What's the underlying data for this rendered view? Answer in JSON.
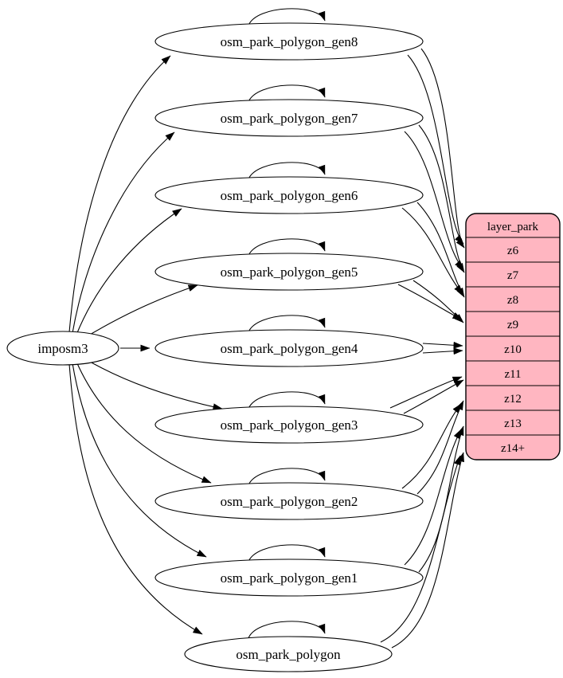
{
  "diagram": {
    "type": "etl-graph",
    "background": "#ffffff",
    "stroke_color": "#000000",
    "node_fill": "#ffffff",
    "source": {
      "label": "imposm3"
    },
    "tables": [
      {
        "label": "osm_park_polygon_gen8",
        "maps_to": "z6"
      },
      {
        "label": "osm_park_polygon_gen7",
        "maps_to": "z7"
      },
      {
        "label": "osm_park_polygon_gen6",
        "maps_to": "z8"
      },
      {
        "label": "osm_park_polygon_gen5",
        "maps_to": "z9"
      },
      {
        "label": "osm_park_polygon_gen4",
        "maps_to": "z10"
      },
      {
        "label": "osm_park_polygon_gen3",
        "maps_to": "z11"
      },
      {
        "label": "osm_park_polygon_gen2",
        "maps_to": "z12"
      },
      {
        "label": "osm_park_polygon_gen1",
        "maps_to": "z13"
      },
      {
        "label": "osm_park_polygon",
        "maps_to": "z14+"
      }
    ],
    "layer": {
      "title": "layer_park",
      "fill": "#ffb6c1",
      "rows": [
        "z6",
        "z7",
        "z8",
        "z9",
        "z10",
        "z11",
        "z12",
        "z13",
        "z14+"
      ]
    },
    "edges": {
      "from_source": [
        {
          "from": "imposm3",
          "to": "osm_park_polygon_gen8"
        },
        {
          "from": "imposm3",
          "to": "osm_park_polygon_gen7"
        },
        {
          "from": "imposm3",
          "to": "osm_park_polygon_gen6"
        },
        {
          "from": "imposm3",
          "to": "osm_park_polygon_gen5"
        },
        {
          "from": "imposm3",
          "to": "osm_park_polygon_gen4"
        },
        {
          "from": "imposm3",
          "to": "osm_park_polygon_gen3"
        },
        {
          "from": "imposm3",
          "to": "osm_park_polygon_gen2"
        },
        {
          "from": "imposm3",
          "to": "osm_park_polygon_gen1"
        },
        {
          "from": "imposm3",
          "to": "osm_park_polygon"
        }
      ],
      "self_loops": [
        "osm_park_polygon_gen8",
        "osm_park_polygon_gen7",
        "osm_park_polygon_gen6",
        "osm_park_polygon_gen5",
        "osm_park_polygon_gen4",
        "osm_park_polygon_gen3",
        "osm_park_polygon_gen2",
        "osm_park_polygon_gen1",
        "osm_park_polygon"
      ],
      "to_layer": [
        {
          "from": "osm_park_polygon_gen8",
          "to": "z6",
          "count": 2
        },
        {
          "from": "osm_park_polygon_gen7",
          "to": "z7",
          "count": 2
        },
        {
          "from": "osm_park_polygon_gen6",
          "to": "z8",
          "count": 2
        },
        {
          "from": "osm_park_polygon_gen5",
          "to": "z9",
          "count": 2
        },
        {
          "from": "osm_park_polygon_gen4",
          "to": "z10",
          "count": 2
        },
        {
          "from": "osm_park_polygon_gen3",
          "to": "z11",
          "count": 2
        },
        {
          "from": "osm_park_polygon_gen2",
          "to": "z12",
          "count": 2
        },
        {
          "from": "osm_park_polygon_gen1",
          "to": "z13",
          "count": 2
        },
        {
          "from": "osm_park_polygon",
          "to": "z14+",
          "count": 2
        }
      ]
    }
  }
}
